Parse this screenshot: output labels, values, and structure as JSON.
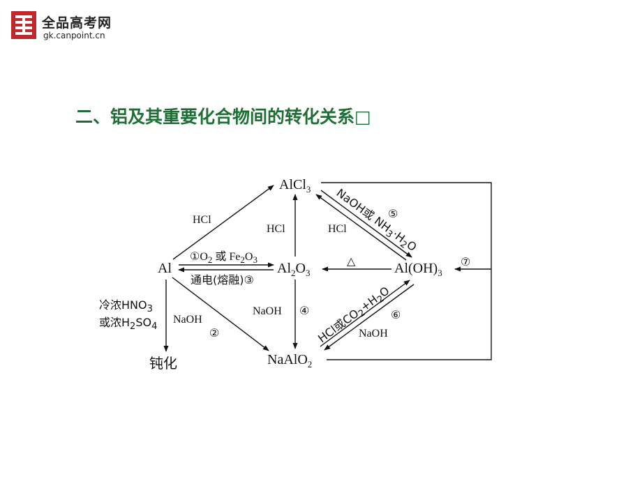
{
  "logo": {
    "title": "全品高考网",
    "url": "gk.canpoint.cn",
    "accent": "#c0282e"
  },
  "heading": "二、铝及其重要化合物间的转化关系□",
  "colors": {
    "heading": "#1d6f33",
    "ink": "#111111"
  },
  "species": {
    "alcl3": {
      "base": "AlCl",
      "sub": "3"
    },
    "al": "Al",
    "al2o3": {
      "p1": "Al",
      "s1": "2",
      "p2": "O",
      "s2": "3"
    },
    "aloh3": {
      "base": "Al(OH)",
      "sub": "3"
    },
    "naalo2": {
      "base": "NaAlO",
      "sub": "2"
    },
    "passivation": "钝化"
  },
  "conditions": {
    "al_to_alcl3": "HCl",
    "al2o3_to_alcl3": "HCl",
    "aloh3_to_alcl3": "HCl",
    "al_to_al2o3": {
      "num": "①",
      "p1": "O",
      "s1": "2",
      "p2": " 或 Fe",
      "s2": "2",
      "p3": "O",
      "s3": "3"
    },
    "al2o3_to_al": "通电(熔融)③",
    "aloh3_to_al2o3": "△",
    "al_passivation": {
      "line1_a": "冷浓HNO",
      "line1_s": "3",
      "line2_a": "或浓H",
      "line2_s1": "2",
      "line2_b": "SO",
      "line2_s2": "4"
    },
    "al_to_naalo2": {
      "reagent": "NaOH",
      "num": "②"
    },
    "al2o3_to_naalo2": {
      "reagent": "NaOH",
      "num": "④"
    },
    "alcl3_to_aloh3": {
      "a": "NaOH或 NH",
      "s1": "3",
      "b": "·H",
      "s2": "2",
      "c": "O",
      "num": "⑤"
    },
    "naalo2_to_aloh3": {
      "a": "HCl或CO",
      "s1": "2",
      "b": "+H",
      "s2": "2",
      "c": "O"
    },
    "aloh3_to_naalo2": {
      "reagent": "NaOH",
      "num": "⑥"
    },
    "loop_num": "⑦"
  }
}
